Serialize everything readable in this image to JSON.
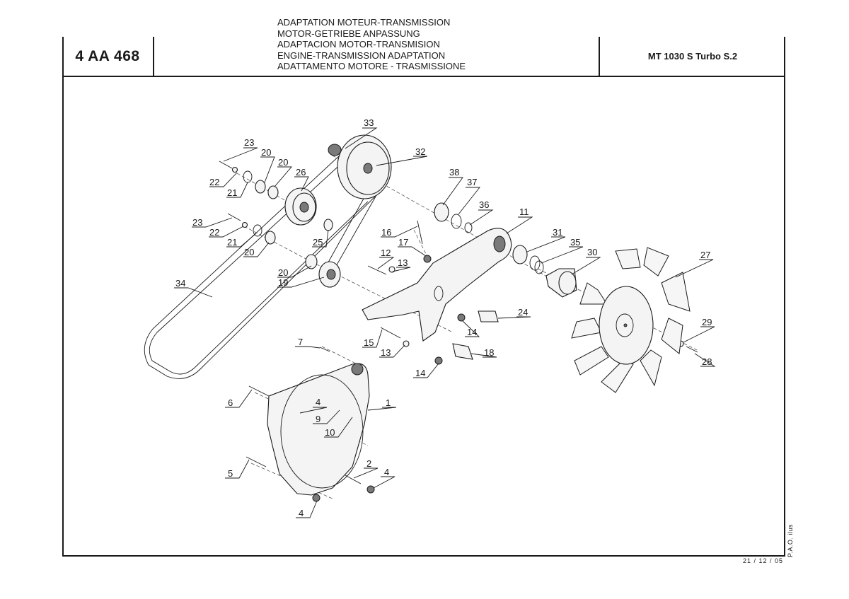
{
  "header": {
    "code": "4 AA 468",
    "model": "MT 1030 S Turbo S.2",
    "titles": [
      "ADAPTATION MOTEUR-TRANSMISSION",
      "MOTOR-GETRIEBE ANPASSUNG",
      "ADAPTACION MOTOR-TRANSMISION",
      "ENGINE-TRANSMISSION ADAPTATION",
      "ADATTAMENTO MOTORE - TRASMISSIONE"
    ]
  },
  "footer": {
    "author": "P.A.O. ilus",
    "date": "21 / 12 / 05"
  },
  "callouts": [
    {
      "id": "c33",
      "label": "33"
    },
    {
      "id": "c32",
      "label": "32"
    },
    {
      "id": "c23a",
      "label": "23"
    },
    {
      "id": "c20a",
      "label": "20"
    },
    {
      "id": "c20b",
      "label": "20"
    },
    {
      "id": "c26",
      "label": "26"
    },
    {
      "id": "c22a",
      "label": "22"
    },
    {
      "id": "c21a",
      "label": "21"
    },
    {
      "id": "c38",
      "label": "38"
    },
    {
      "id": "c37",
      "label": "37"
    },
    {
      "id": "c36",
      "label": "36"
    },
    {
      "id": "c11",
      "label": "11"
    },
    {
      "id": "c23b",
      "label": "23"
    },
    {
      "id": "c22b",
      "label": "22"
    },
    {
      "id": "c16",
      "label": "16"
    },
    {
      "id": "c21b",
      "label": "21"
    },
    {
      "id": "c25",
      "label": "25"
    },
    {
      "id": "c17",
      "label": "17"
    },
    {
      "id": "c20c",
      "label": "20"
    },
    {
      "id": "c31",
      "label": "31"
    },
    {
      "id": "c35",
      "label": "35"
    },
    {
      "id": "c12",
      "label": "12"
    },
    {
      "id": "c30",
      "label": "30"
    },
    {
      "id": "c13a",
      "label": "13"
    },
    {
      "id": "c27",
      "label": "27"
    },
    {
      "id": "c20d",
      "label": "20"
    },
    {
      "id": "c19",
      "label": "19"
    },
    {
      "id": "c34",
      "label": "34"
    },
    {
      "id": "c24",
      "label": "24"
    },
    {
      "id": "c14a",
      "label": "14"
    },
    {
      "id": "c29",
      "label": "29"
    },
    {
      "id": "c15",
      "label": "15"
    },
    {
      "id": "c7",
      "label": "7"
    },
    {
      "id": "c13b",
      "label": "13"
    },
    {
      "id": "c18",
      "label": "18"
    },
    {
      "id": "c28",
      "label": "28"
    },
    {
      "id": "c14b",
      "label": "14"
    },
    {
      "id": "c1",
      "label": "1"
    },
    {
      "id": "c6",
      "label": "6"
    },
    {
      "id": "c4a",
      "label": "4"
    },
    {
      "id": "c9",
      "label": "9"
    },
    {
      "id": "c10",
      "label": "10"
    },
    {
      "id": "c2",
      "label": "2"
    },
    {
      "id": "c4b",
      "label": "4"
    },
    {
      "id": "c5",
      "label": "5"
    },
    {
      "id": "c4c",
      "label": "4"
    }
  ]
}
